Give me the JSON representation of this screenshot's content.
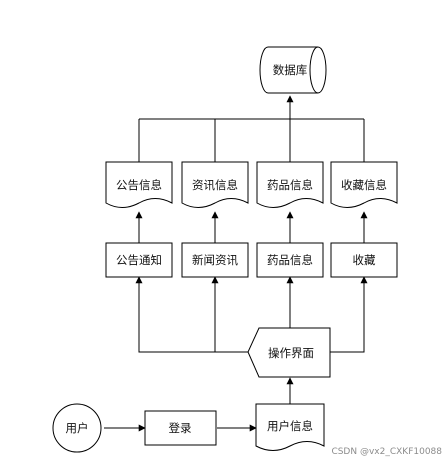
{
  "nodes": {
    "database": "数据库",
    "notice_info": "公告信息",
    "news_info": "资讯信息",
    "drug_info_doc": "药品信息",
    "favorite_info": "收藏信息",
    "notice": "公告通知",
    "news": "新闻资讯",
    "drug_info": "药品信息",
    "favorite": "收藏",
    "operation_ui": "操作界面",
    "user": "用户",
    "login": "登录",
    "user_info": "用户信息"
  },
  "watermark": "CSDN @vx2_CXKF10088"
}
